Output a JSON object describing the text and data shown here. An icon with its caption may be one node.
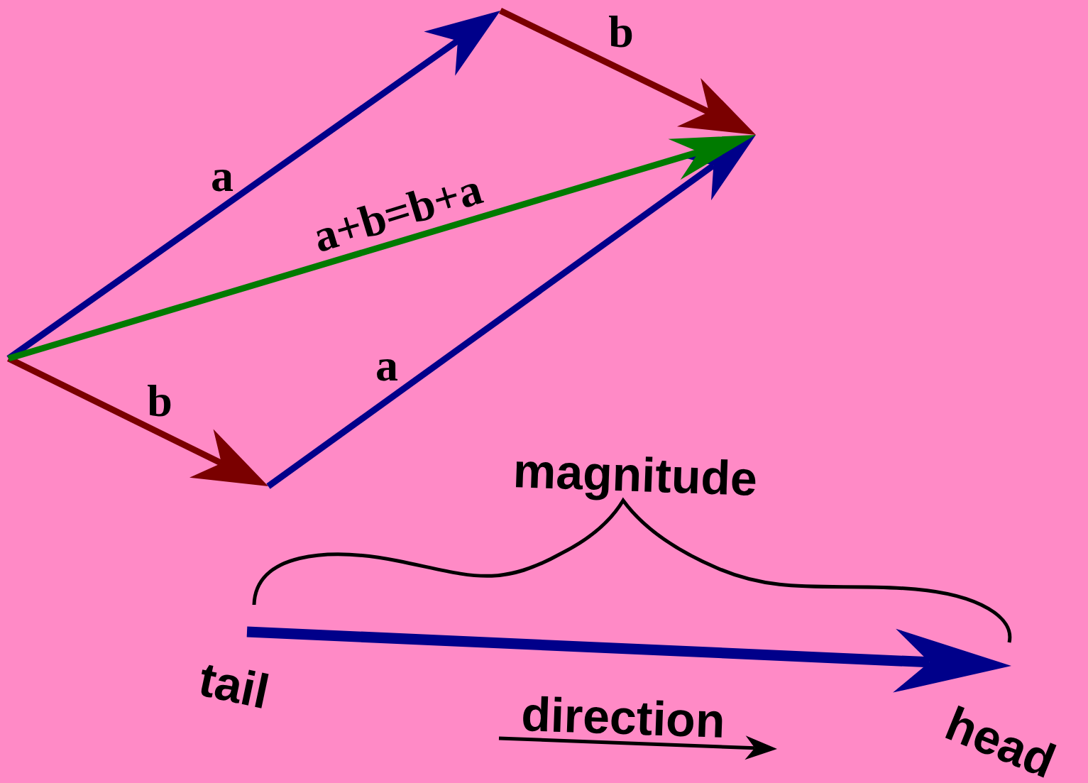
{
  "diagram": {
    "labels": [
      "b",
      "a",
      "a+b=b+a",
      "a",
      "b",
      "magnitude",
      "tail",
      "direction",
      "head"
    ]
  }
}
